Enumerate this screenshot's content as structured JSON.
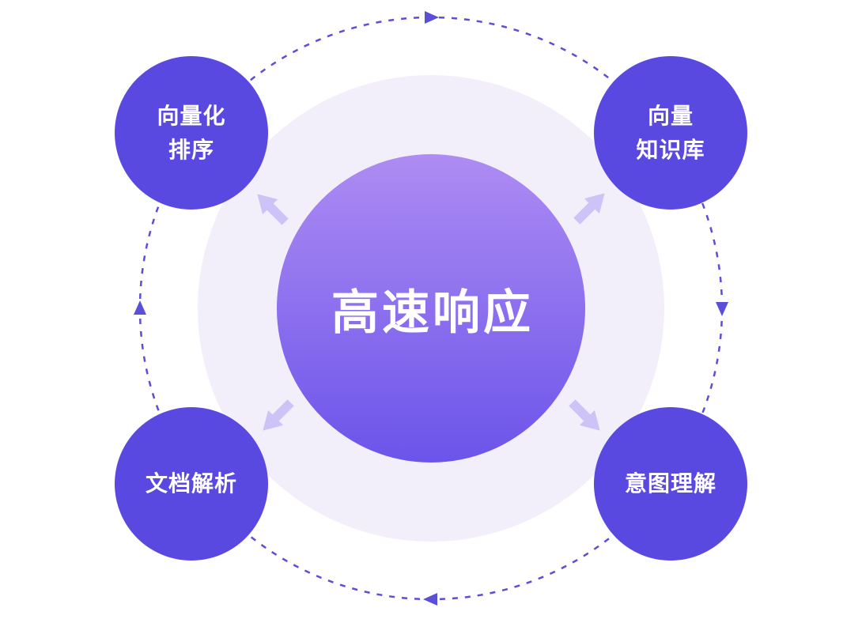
{
  "theme": {
    "node-color": "#5a49e0",
    "dash-color": "#5b4ed8",
    "halo-color": "#f2effb",
    "center-grad-top": "#ae8cf3",
    "center-grad-bottom": "#6b54ea",
    "arrow-color": "#cdc3f6",
    "text-color": "#ffffff",
    "page-bg": "#ffffff"
  },
  "diagram": {
    "center_label": "高速响应",
    "nodes": [
      {
        "position": "top-left",
        "label": "向量化\n排序"
      },
      {
        "position": "top-right",
        "label": "向量\n知识库"
      },
      {
        "position": "bottom-left",
        "label": "文档解析"
      },
      {
        "position": "bottom-right",
        "label": "意图理解"
      }
    ]
  }
}
